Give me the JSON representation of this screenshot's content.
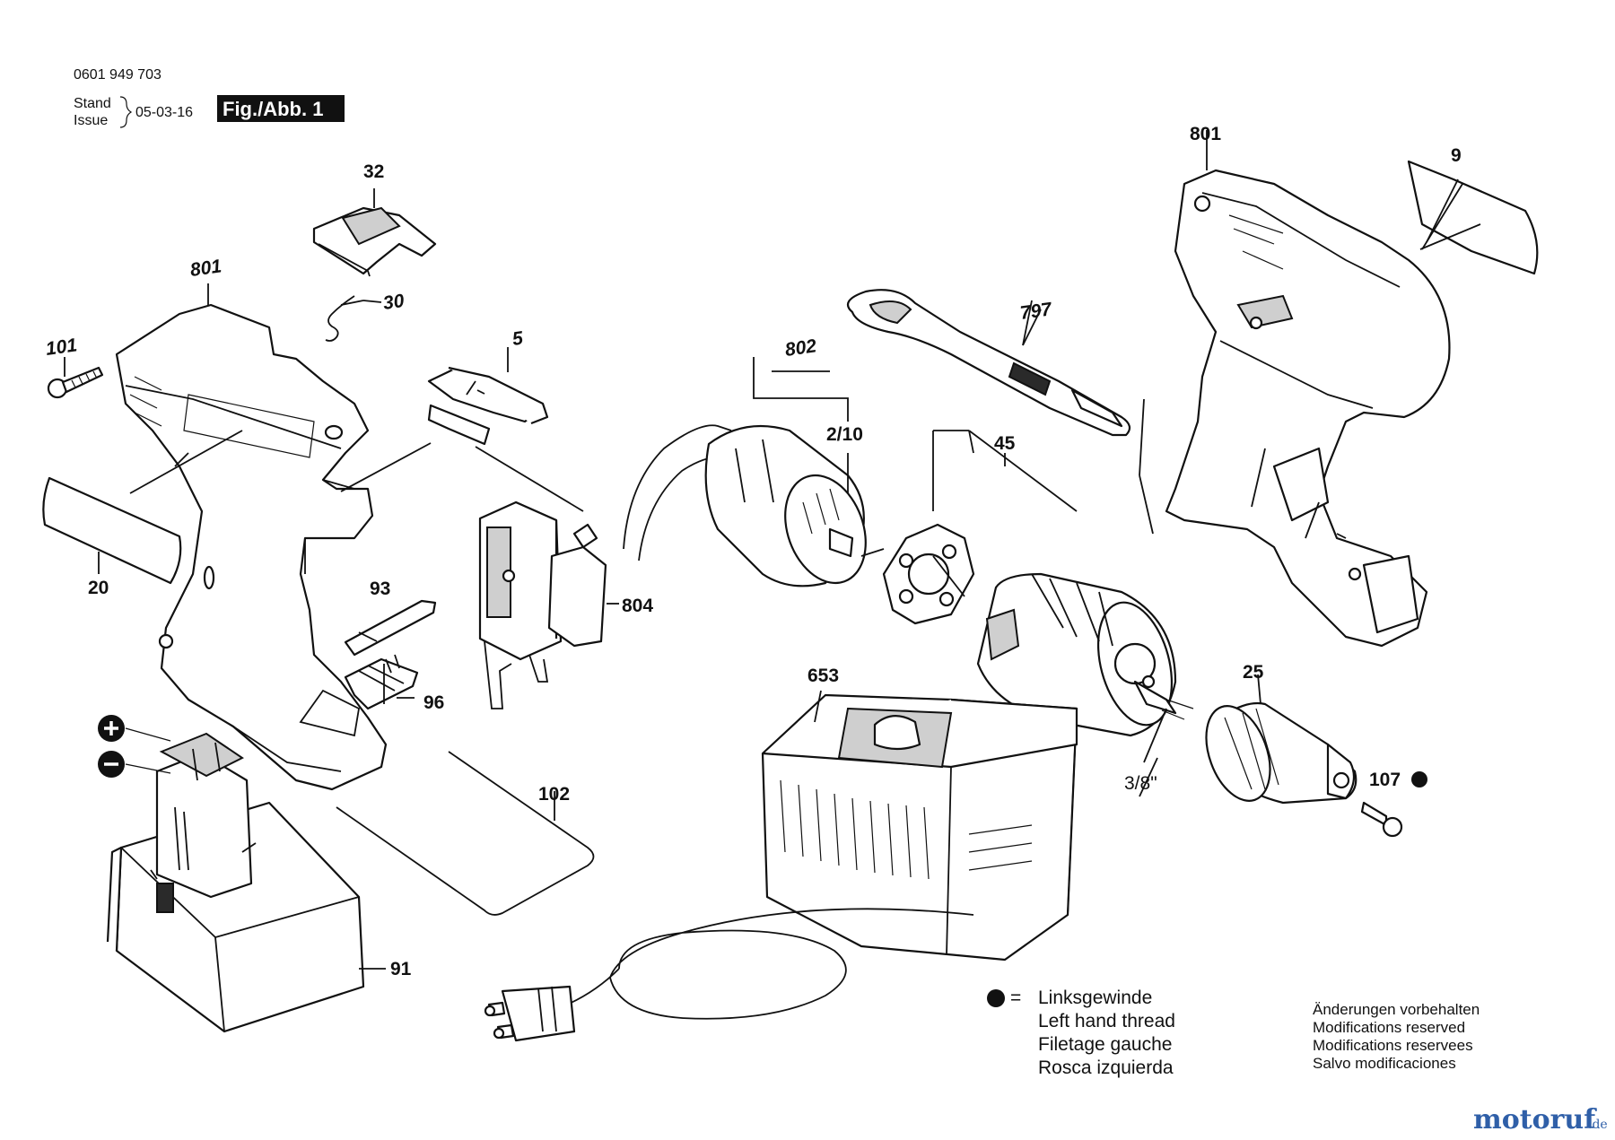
{
  "header": {
    "doc_number": "0601 949 703",
    "stand_label": "Stand",
    "issue_label": "Issue",
    "date": "05-03-16",
    "figure": "Fig./Abb. 1"
  },
  "parts": {
    "p801_housing_right": "801",
    "p9": "9",
    "p32": "32",
    "p801_housing_left": "801",
    "p30": "30",
    "p101": "101",
    "p5": "5",
    "p797": "797",
    "p802": "802",
    "p2_10": "2/10",
    "p45": "45",
    "p20": "20",
    "p93": "93",
    "p804": "804",
    "p96": "96",
    "p653": "653",
    "p25": "25",
    "p107": "107",
    "p3_8": "3/8\"",
    "p102": "102",
    "p91": "91"
  },
  "legend": {
    "symbol_eq": "=",
    "line1": "Linksgewinde",
    "line2": "Left hand thread",
    "line3": "Filetage gauche",
    "line4": "Rosca izquierda"
  },
  "notes": {
    "line1": "Änderungen vorbehalten",
    "line2": "Modifications reserved",
    "line3": "Modifications reservees",
    "line4": "Salvo modificaciones"
  },
  "watermark": {
    "brand": "motoruf",
    "tld": ".de"
  },
  "colors": {
    "ink": "#111111",
    "watermark_blue": "#2f5fa8",
    "watermark_red": "#c8322b"
  }
}
